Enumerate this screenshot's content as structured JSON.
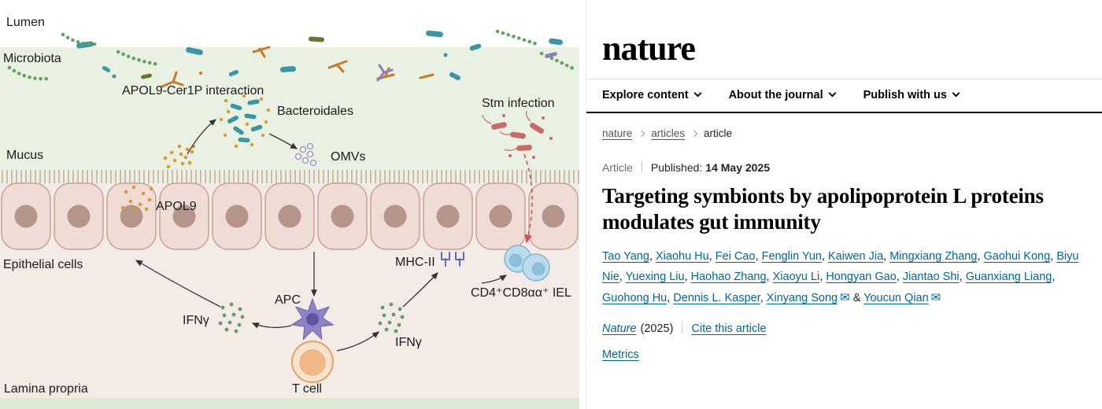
{
  "figure": {
    "labels": {
      "lumen": "Lumen",
      "microbiota": "Microbiota",
      "mucus": "Mucus",
      "epithelial_cells": "Epithelial cells",
      "lamina_propria": "Lamina propria",
      "apol9_cer1p": "APOL9-Cer1P interaction",
      "bacteroidales": "Bacteroidales",
      "omvs": "OMVs",
      "stm_infection": "Stm infection",
      "apol9": "APOL9",
      "mhc_ii": "MHC-II",
      "iel": "CD4⁺CD8αα⁺ IEL",
      "apc": "APC",
      "t_cell": "T cell",
      "ifng_left": "IFNγ",
      "ifng_right": "IFNγ"
    },
    "colors": {
      "mucus_bg": "#e9f1e2",
      "lamina_bg": "#f4eae6",
      "bottom_band": "#dde9d3",
      "epithelium_fill": "#efddd5",
      "epithelium_stroke": "#c7a294",
      "teal_bacteria": "#3a96a3",
      "orange_apol9": "#e0992e",
      "green_ifng": "#5f9e68",
      "red_stm": "#c96a66",
      "purple_apc": "#8d83c6",
      "orange_tcell": "#f2b988",
      "blue_iel": "#badcec"
    }
  },
  "site": {
    "logo": "nature",
    "link_color": "#006699",
    "nav": [
      {
        "label": "Explore content"
      },
      {
        "label": "About the journal"
      },
      {
        "label": "Publish with us"
      }
    ],
    "breadcrumb": [
      {
        "label": "nature"
      },
      {
        "label": "articles"
      },
      {
        "label": "article"
      }
    ]
  },
  "article": {
    "type_label": "Article",
    "published_label": "Published:",
    "published_date": "14 May 2025",
    "title": "Targeting symbionts by apolipoprotein L proteins modulates gut immunity",
    "authors": [
      {
        "name": "Tao Yang"
      },
      {
        "name": "Xiaohu Hu"
      },
      {
        "name": "Fei Cao"
      },
      {
        "name": "Fenglin Yun"
      },
      {
        "name": "Kaiwen Jia"
      },
      {
        "name": "Mingxiang Zhang"
      },
      {
        "name": "Gaohui Kong"
      },
      {
        "name": "Biyu Nie"
      },
      {
        "name": "Yuexing Liu"
      },
      {
        "name": "Haohao Zhang"
      },
      {
        "name": "Xiaoyu Li"
      },
      {
        "name": "Hongyan Gao"
      },
      {
        "name": "Jiantao Shi"
      },
      {
        "name": "Guanxiang Liang"
      },
      {
        "name": "Guohong Hu"
      },
      {
        "name": "Dennis L. Kasper"
      },
      {
        "name": "Xinyang Song",
        "email": true
      },
      {
        "name": "Youcun Qian",
        "email": true
      }
    ],
    "journal": "Nature",
    "year": "(2025)",
    "cite_label": "Cite this article",
    "metrics_label": "Metrics"
  }
}
